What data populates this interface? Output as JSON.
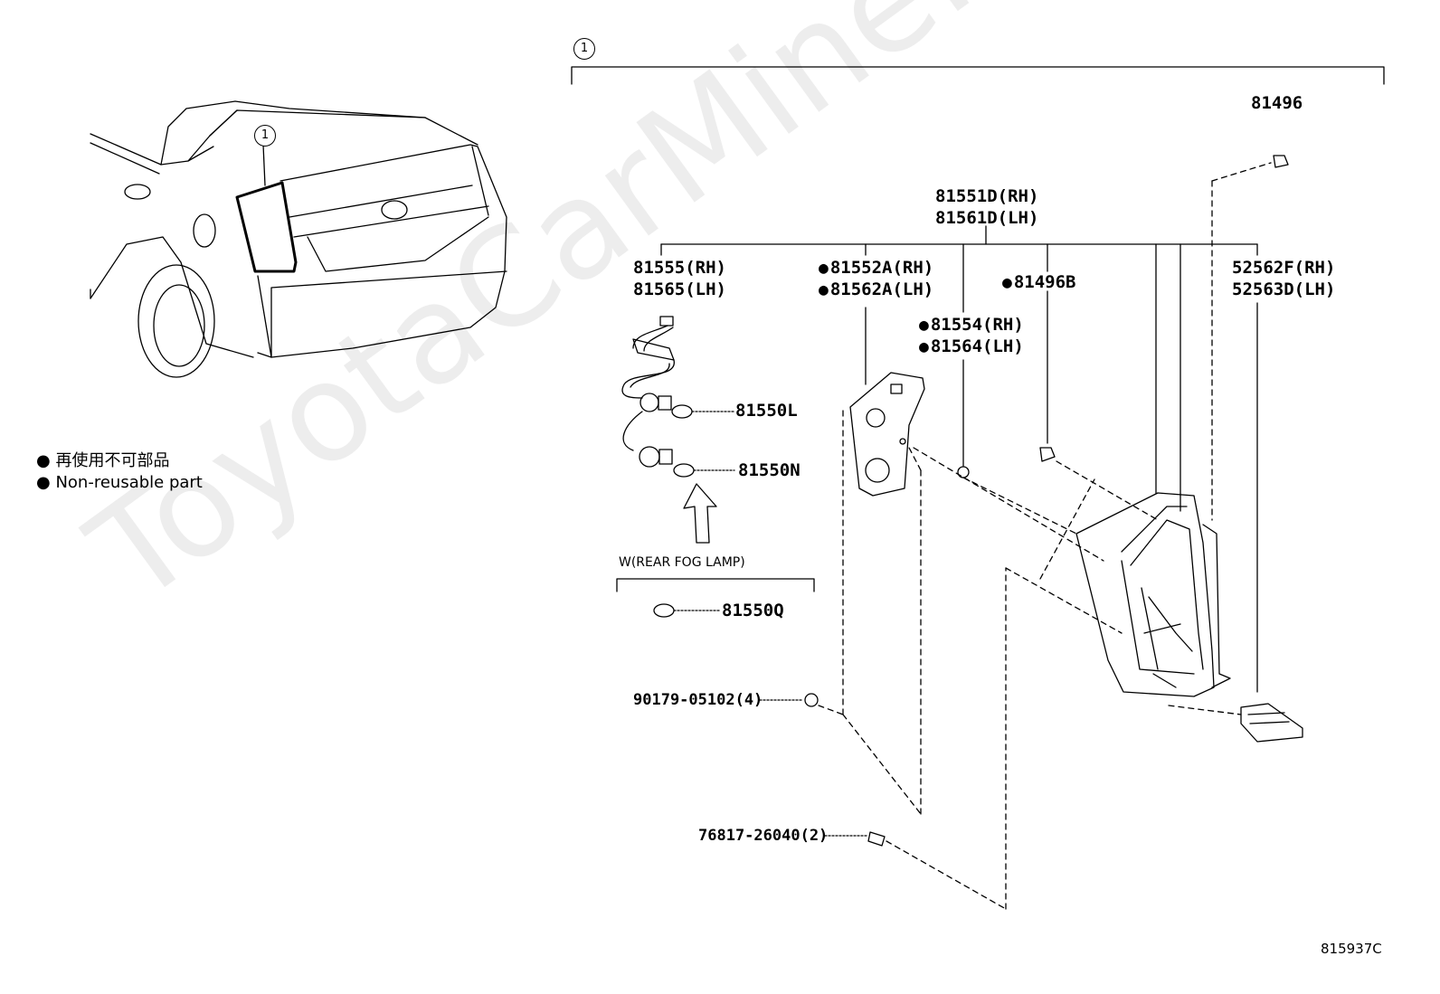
{
  "watermark": "ToyotaCarMine.ru",
  "diagram_code": "815937C",
  "callout_number": "1",
  "legend": {
    "bullet": "●",
    "line_jp": "再使用不可部品",
    "line_en": "Non-reusable part"
  },
  "bracket_header": "W(REAR FOG LAMP)",
  "parts": {
    "p81496": "81496",
    "p81551_rh": "81551D(RH)",
    "p81561_lh": "81561D(LH)",
    "p81555_rh": "81555(RH)",
    "p81565_lh": "81565(LH)",
    "p81552_rh": "81552A(RH)",
    "p81562_lh": "81562A(LH)",
    "p81496b": "81496B",
    "p81554_rh": "81554(RH)",
    "p81564_lh": "81564(LH)",
    "p52562_rh": "52562F(RH)",
    "p52563_lh": "52563D(LH)",
    "p81550l": "81550L",
    "p81550n": "81550N",
    "p81550q": "81550Q",
    "p90179": "90179-05102(4)",
    "p76817": "76817-26040(2)"
  },
  "colors": {
    "line": "#000000",
    "watermark": "#000000"
  }
}
